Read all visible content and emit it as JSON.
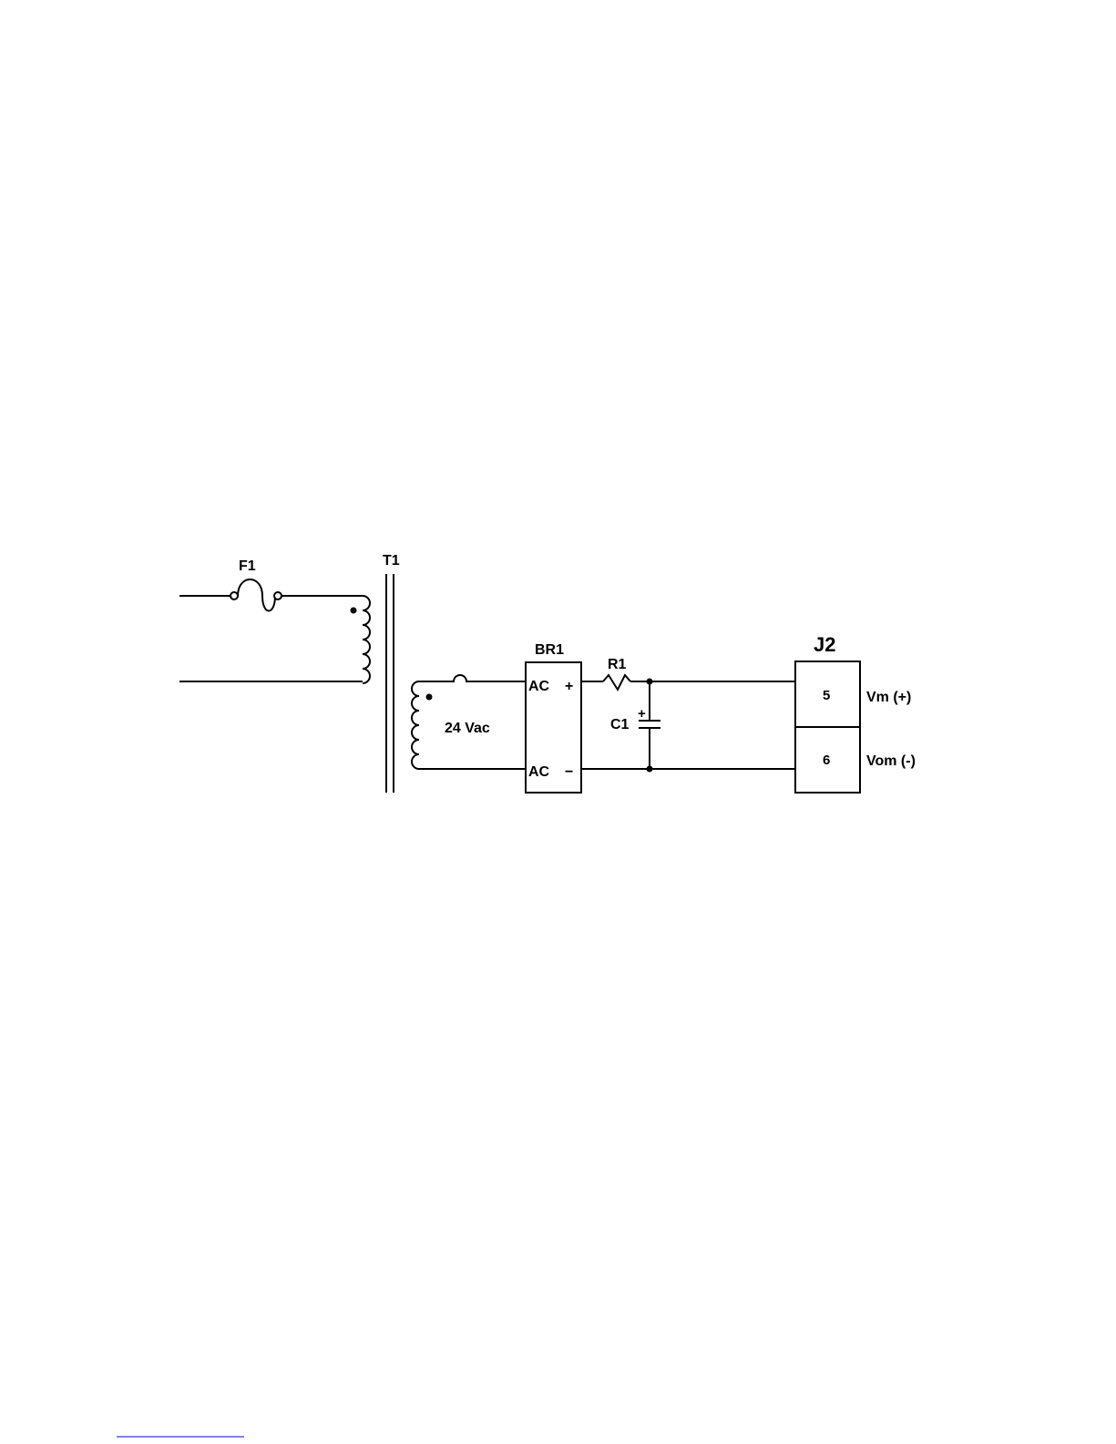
{
  "labels": {
    "fuse": "F1",
    "transformer": "T1",
    "secondary_voltage": "24 Vac",
    "bridge": "BR1",
    "bridge_ac_top": "AC",
    "bridge_plus": "+",
    "bridge_ac_bottom": "AC",
    "bridge_minus": "−",
    "resistor": "R1",
    "capacitor": "C1",
    "capacitor_polarity": "+",
    "connector": "J2",
    "pin_top": "5",
    "pin_bottom": "6",
    "pin_top_signal": "Vm (+)",
    "pin_bottom_signal": "Vom (-)"
  },
  "colors": {
    "ink": "#000000",
    "background": "#ffffff",
    "footer_rule": "#0000ff"
  }
}
